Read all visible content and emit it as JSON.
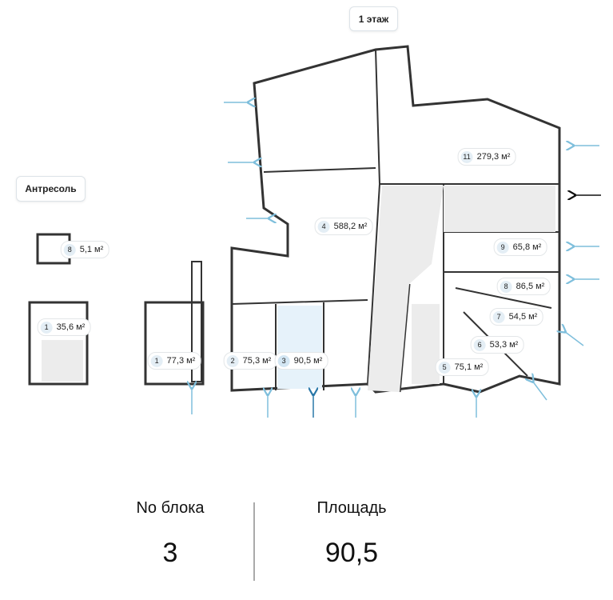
{
  "floor_button": "1 этаж",
  "mezzanine_button": "Антресоль",
  "accent_color": "#7fbfdc",
  "blocks": [
    {
      "num": "8",
      "area": "5,1 м²"
    },
    {
      "num": "1",
      "area": "35,6 м²"
    },
    {
      "num": "1",
      "area": "77,3 м²"
    },
    {
      "num": "2",
      "area": "75,3 м²"
    },
    {
      "num": "3",
      "area": "90,5 м²",
      "selected": true
    },
    {
      "num": "4",
      "area": "588,2 м²"
    },
    {
      "num": "11",
      "area": "279,3 м²"
    },
    {
      "num": "9",
      "area": "65,8 м²"
    },
    {
      "num": "8",
      "area": "86,5 м²"
    },
    {
      "num": "7",
      "area": "54,5 м²"
    },
    {
      "num": "6",
      "area": "53,3 м²"
    },
    {
      "num": "5",
      "area": "75,1 м²"
    }
  ],
  "info": {
    "block_label": "No блока",
    "block_value": "3",
    "area_label": "Площадь",
    "area_value": "90,5"
  }
}
